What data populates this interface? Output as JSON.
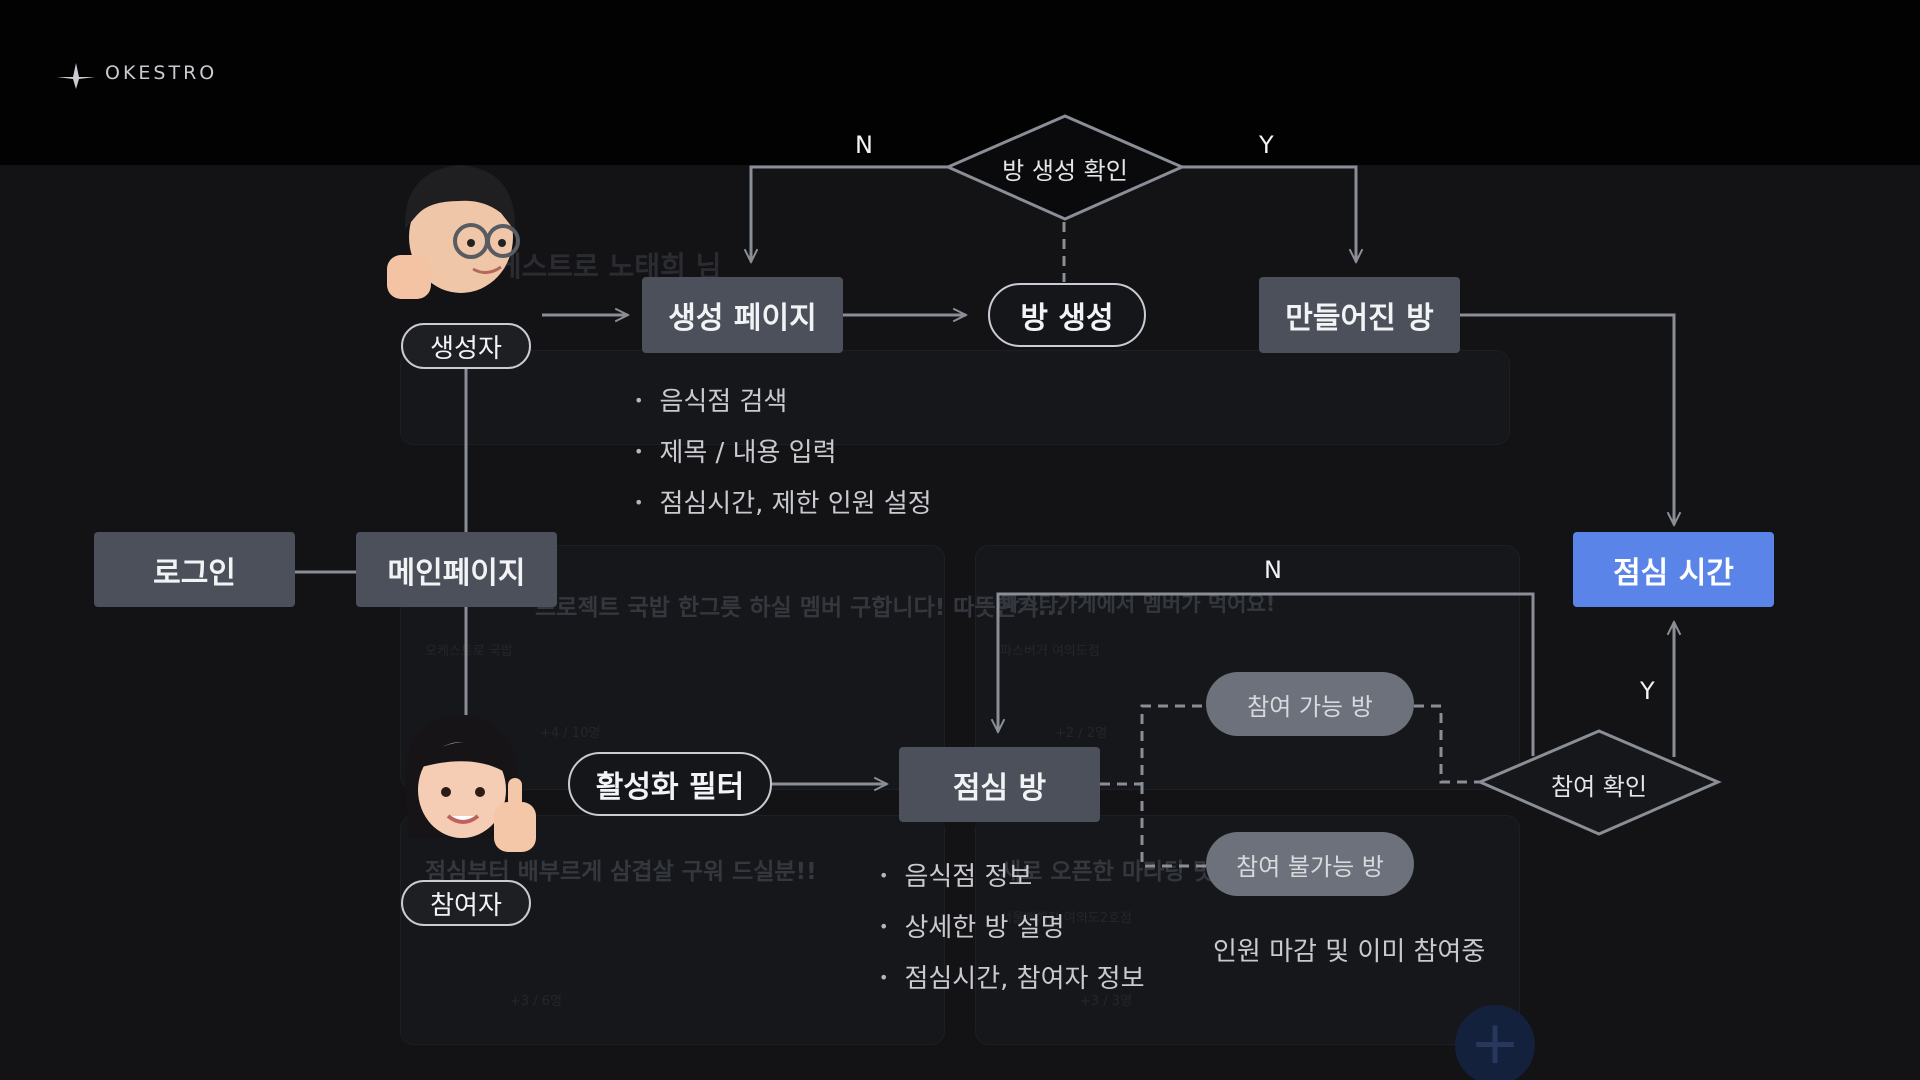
{
  "brand": {
    "logo_text": "OKESTRO"
  },
  "colors": {
    "background": "#131316",
    "box": "#4b505b",
    "accent": "#5a84e8",
    "line": "#8a8e96",
    "topbar": "#020203"
  },
  "roles": {
    "creator": "생성자",
    "participant": "참여자"
  },
  "nodes": {
    "login": "로그인",
    "main_page": "메인페이지",
    "create_page": "생성 페이지",
    "room_created": "방 생성",
    "made_room": "만들어진 방",
    "lunch_time": "점심 시간",
    "active_filter": "활성화 필터",
    "lunch_room": "점심 방",
    "joinable_room": "참여 가능 방",
    "not_joinable_room": "참여 불가능 방"
  },
  "decisions": {
    "room_check": "방 생성 확인",
    "join_check": "참여 확인"
  },
  "branch_labels": {
    "n": "N",
    "y": "Y"
  },
  "create_page_bullets": [
    "음식점 검색",
    "제목 /  내용 입력",
    "점심시간, 제한 인원 설정"
  ],
  "lunch_room_bullets": [
    "음식점 정보",
    "상세한 방 설명",
    "점심시간, 참여자 정보"
  ],
  "not_joinable_note": "인원 마감 및 이미 참여중",
  "background_app": {
    "greeting": "오케스트로 노태희 님",
    "card_titles": [
      "프로젝트 국밥 한그릇 하실 멤버 구합니다! 따뜻한거...",
      "파스타가게에서 멤버가 먹어요!",
      "점심부터 배부르게 삼겹살 구워 드실분!!",
      "새로 오픈한 마라탕 맛"
    ],
    "card_places": [
      "오케스트로 국밥",
      "파스버거 여의도점",
      "",
      "서울뼈해장 여의도2호점"
    ],
    "counts": [
      "+4 / 10명",
      "+2 / 2명",
      "+3 / 6명",
      "+3 / 3명"
    ]
  }
}
